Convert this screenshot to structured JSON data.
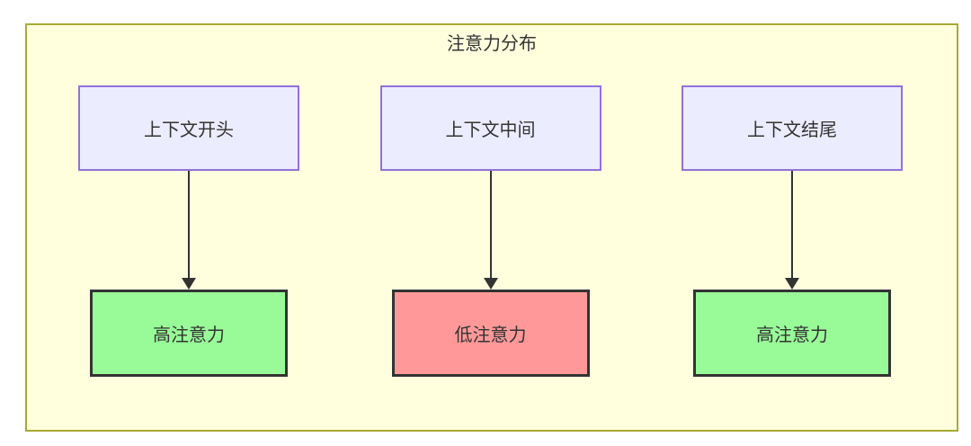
{
  "diagram": {
    "title": "注意力分布",
    "columns": [
      {
        "source": "上下文开头",
        "target": "高注意力",
        "type": "high"
      },
      {
        "source": "上下文中间",
        "target": "低注意力",
        "type": "low"
      },
      {
        "source": "上下文结尾",
        "target": "高注意力",
        "type": "high"
      }
    ],
    "colors": {
      "container_fill": "#ffffde",
      "container_border": "#aaaa33",
      "source_fill": "#ECECFF",
      "source_border": "#9370DB",
      "high_fill": "#98FB98",
      "low_fill": "#FF9999",
      "node_border": "#333333",
      "edge": "#333333",
      "text": "#333333"
    }
  }
}
